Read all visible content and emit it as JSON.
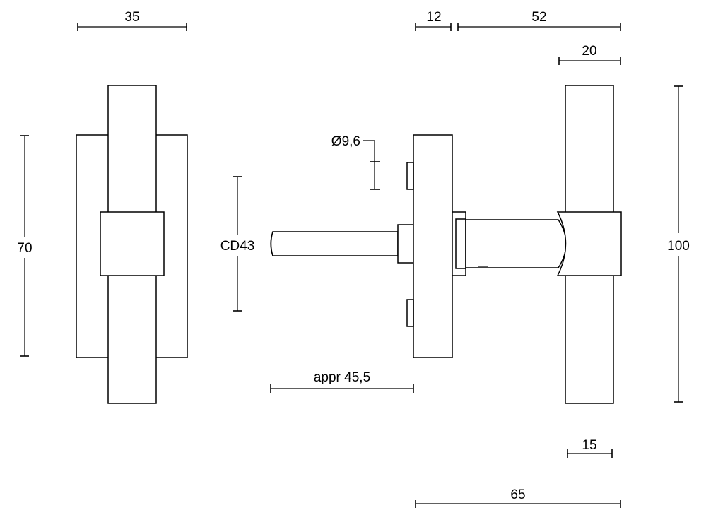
{
  "labels": {
    "front_width": "35",
    "rose_thickness": "12",
    "projection": "52",
    "lever_width": "20",
    "rose_height": "70",
    "spindle_diameter": "Ø9,6",
    "center_distance": "CD43",
    "lever_height": "100",
    "spindle_length": "appr 45,5",
    "grip_width": "15",
    "total_depth": "65"
  }
}
